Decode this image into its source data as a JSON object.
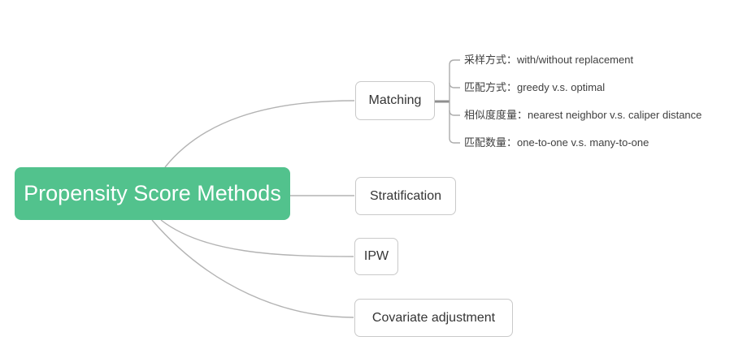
{
  "root": {
    "label": "Propensity Score Methods",
    "color": "#52C28D",
    "text_color": "#FFFFFF"
  },
  "branches": [
    {
      "label": "Matching",
      "children": [
        {
          "label": "采样方式：with/without replacement"
        },
        {
          "label": "匹配方式：greedy v.s. optimal"
        },
        {
          "label": "相似度度量：nearest neighbor v.s. caliper distance"
        },
        {
          "label": "匹配数量：one-to-one v.s. many-to-one"
        }
      ]
    },
    {
      "label": "Stratification",
      "children": []
    },
    {
      "label": "IPW",
      "children": []
    },
    {
      "label": "Covariate adjustment",
      "children": []
    }
  ],
  "colors": {
    "topic_border": "#C9C9C9",
    "topic_text": "#353535",
    "leaf_text": "#404040",
    "connector": "#B3B3B3",
    "branch_trunk": "#8F8F8F"
  }
}
